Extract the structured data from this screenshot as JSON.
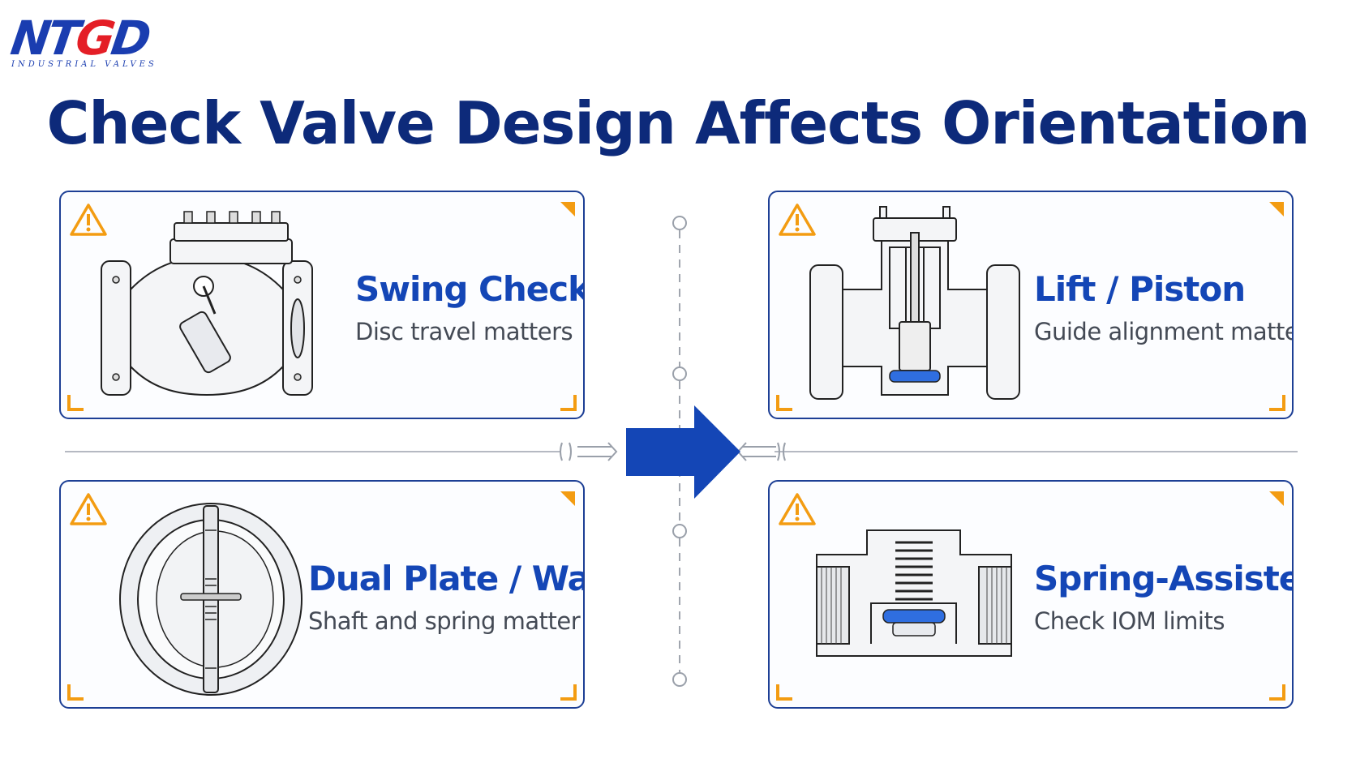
{
  "logo": {
    "mark_left": "NT",
    "mark_mid": "G",
    "mark_right": "D",
    "tagline": "INDUSTRIAL VALVES"
  },
  "title": "Check Valve Design Affects Orientation",
  "cards": [
    {
      "title": "Swing Check",
      "subtitle": "Disc travel matters"
    },
    {
      "title": "Lift / Piston",
      "subtitle": "Guide alignment matters"
    },
    {
      "title": "Dual Plate / Wafer",
      "subtitle": "Shaft and spring matter"
    },
    {
      "title": "Spring-Assisted",
      "subtitle": "Check IOM limits"
    }
  ],
  "colors": {
    "brand_blue": "#1446b6",
    "title_navy": "#0d2a7a",
    "warning": "#f39c12",
    "logo_red": "#e41e26",
    "seat_blue": "#2f6ee0"
  },
  "icons": [
    "warning-icon",
    "corner-bracket",
    "arrow-right-icon"
  ]
}
